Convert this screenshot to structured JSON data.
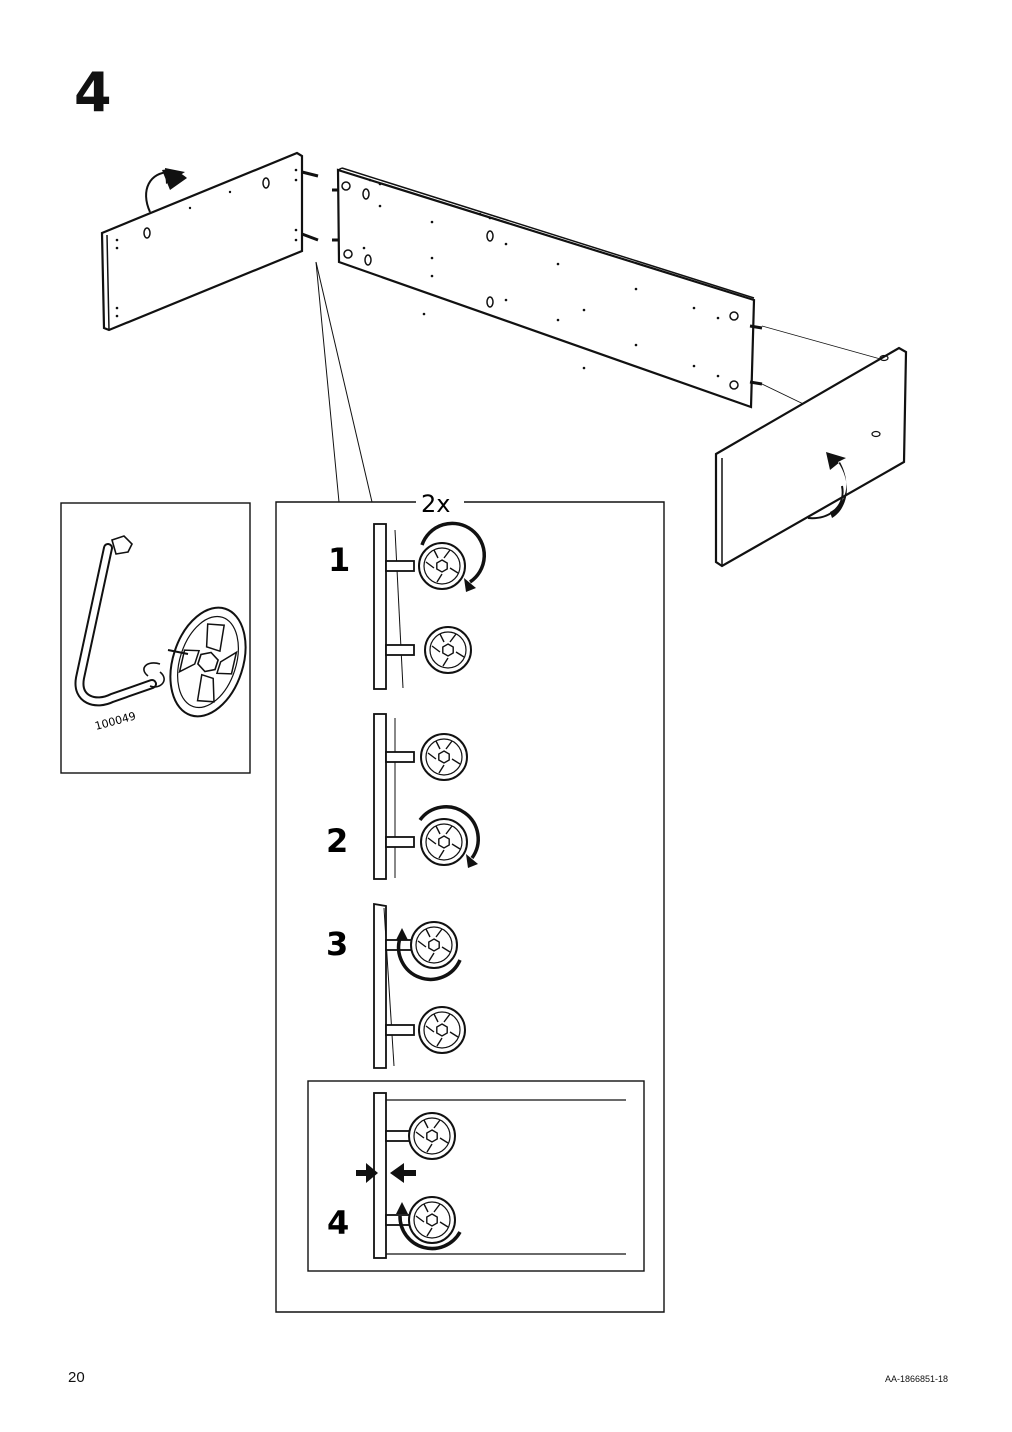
{
  "step": {
    "number": "4"
  },
  "detail": {
    "multiplier": "2x",
    "substeps": [
      "1",
      "2",
      "3",
      "4"
    ]
  },
  "tool": {
    "part_number": "100049"
  },
  "footer": {
    "page_number": "20",
    "doc_code": "AA-1866851-18"
  }
}
